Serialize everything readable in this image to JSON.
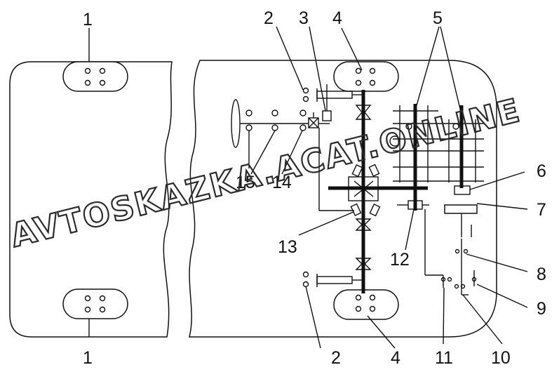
{
  "callouts": {
    "n1": "1",
    "n2": "2",
    "n3": "3",
    "n4": "4",
    "n5": "5",
    "n6": "6",
    "n7": "7",
    "n8": "8",
    "n9": "9",
    "n10": "10",
    "n11": "11",
    "n12": "12",
    "n13": "13",
    "n14": "14",
    "n15": "15"
  },
  "watermark": "AVTOSKAZKA.ACAT.ONLINE"
}
